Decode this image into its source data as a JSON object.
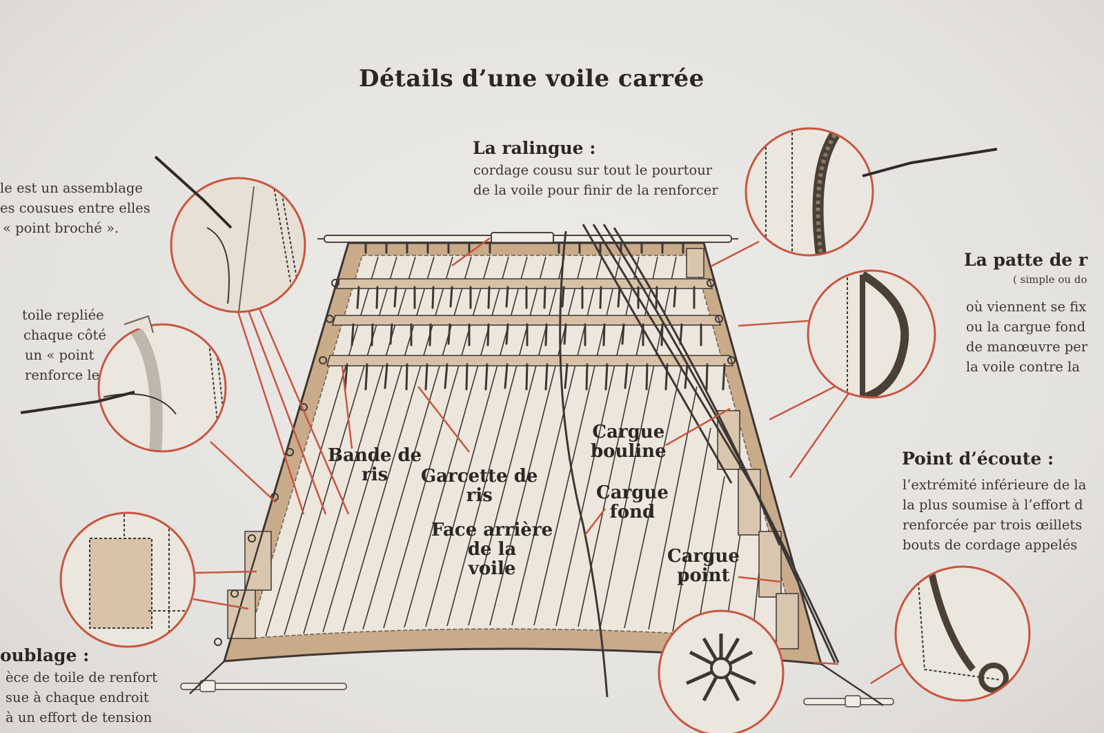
{
  "title": "Détails d’une voile carrée",
  "ralingue": {
    "heading": "La ralingue :",
    "lines": [
      "cordage cousu sur tout le pourtour",
      "de la voile pour finir de la renforcer"
    ]
  },
  "top_left_text": {
    "lines": [
      "le est un assemblage",
      "es cousues entre elles",
      "« point broché »."
    ]
  },
  "mid_left_text": {
    "lines": [
      "toile repliée",
      "chaque côté",
      "un « point",
      "renforce le"
    ]
  },
  "doublage": {
    "heading": "oublage :",
    "lines": [
      "èce de toile de renfort",
      "sue à chaque endroit",
      "à un effort de tension"
    ]
  },
  "patte": {
    "heading": "La patte de r",
    "sub": "( simple ou do",
    "lines": [
      "où viennent se fix",
      "ou la cargue fond",
      "de manœuvre per",
      "la voile contre la"
    ]
  },
  "point_ecoute": {
    "heading": "Point d’écoute :",
    "lines": [
      "l’extrémité inférieure de la",
      "la plus soumise à l’effort d",
      "renforcée par trois œillets",
      "bouts de cordage appelés"
    ]
  },
  "labels": {
    "bande_de_ris": [
      "Bande de",
      "ris"
    ],
    "garcette_de_ris": [
      "Garcette de",
      "ris"
    ],
    "face_arriere": [
      "Face arrière",
      "de la",
      "voile"
    ],
    "cargue_bouline": [
      "Cargue",
      "bouline"
    ],
    "cargue_fond": [
      "Cargue",
      "fond"
    ],
    "cargue_point": [
      "Cargue",
      "point"
    ]
  },
  "colors": {
    "accent": "#c8553f",
    "ink": "#2a2624",
    "sail": "#e9e1d6",
    "sail_border": "#c9ab8a"
  }
}
